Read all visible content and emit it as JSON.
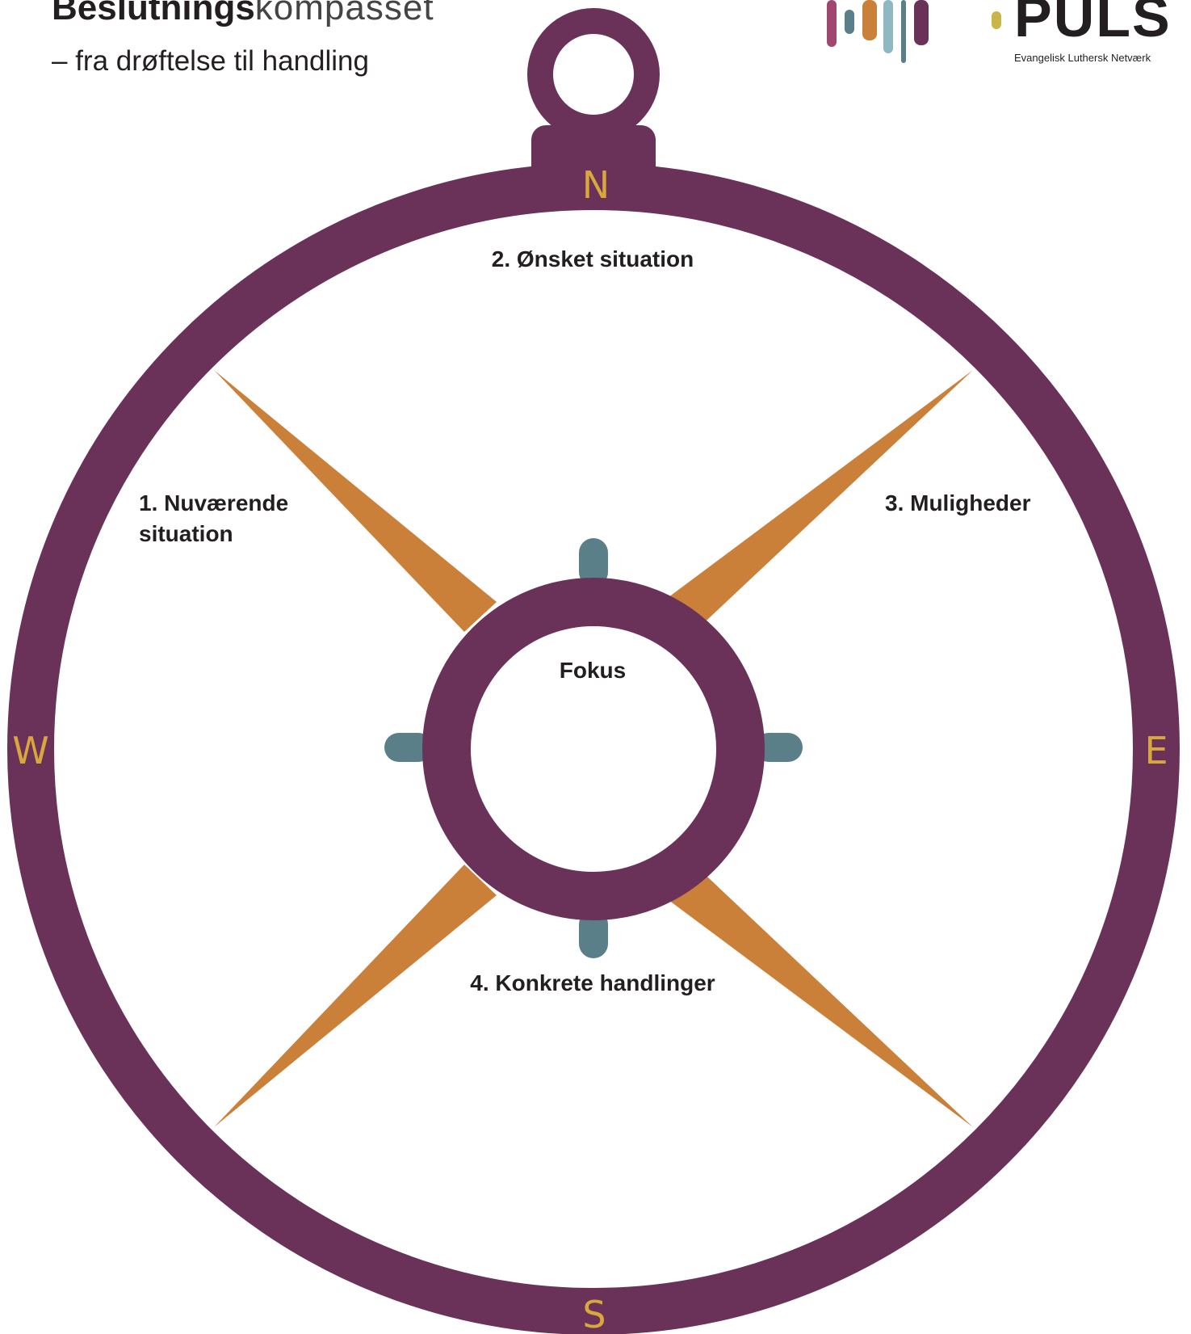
{
  "header": {
    "title_bold": "Beslutnings",
    "title_light": "kompasset",
    "subtitle": "– fra drøftelse til handling"
  },
  "logo": {
    "word": "PULS",
    "tagline": "Evangelisk Luthersk Netværk"
  },
  "compass": {
    "directions": {
      "north": "N",
      "south": "S",
      "east": "E",
      "west": "W"
    },
    "labels": {
      "step1_line1": "1. Nuværende",
      "step1_line2": "situation",
      "step2": "2. Ønsket situation",
      "step3": "3. Muligheder",
      "step4": "4. Konkrete handlinger",
      "center": "Fokus"
    }
  },
  "colors": {
    "ring": "#6a3259",
    "needle": "#cb8039",
    "knob": "#5b7f89",
    "direction_text": "#d8a83c",
    "text": "#231f20"
  }
}
